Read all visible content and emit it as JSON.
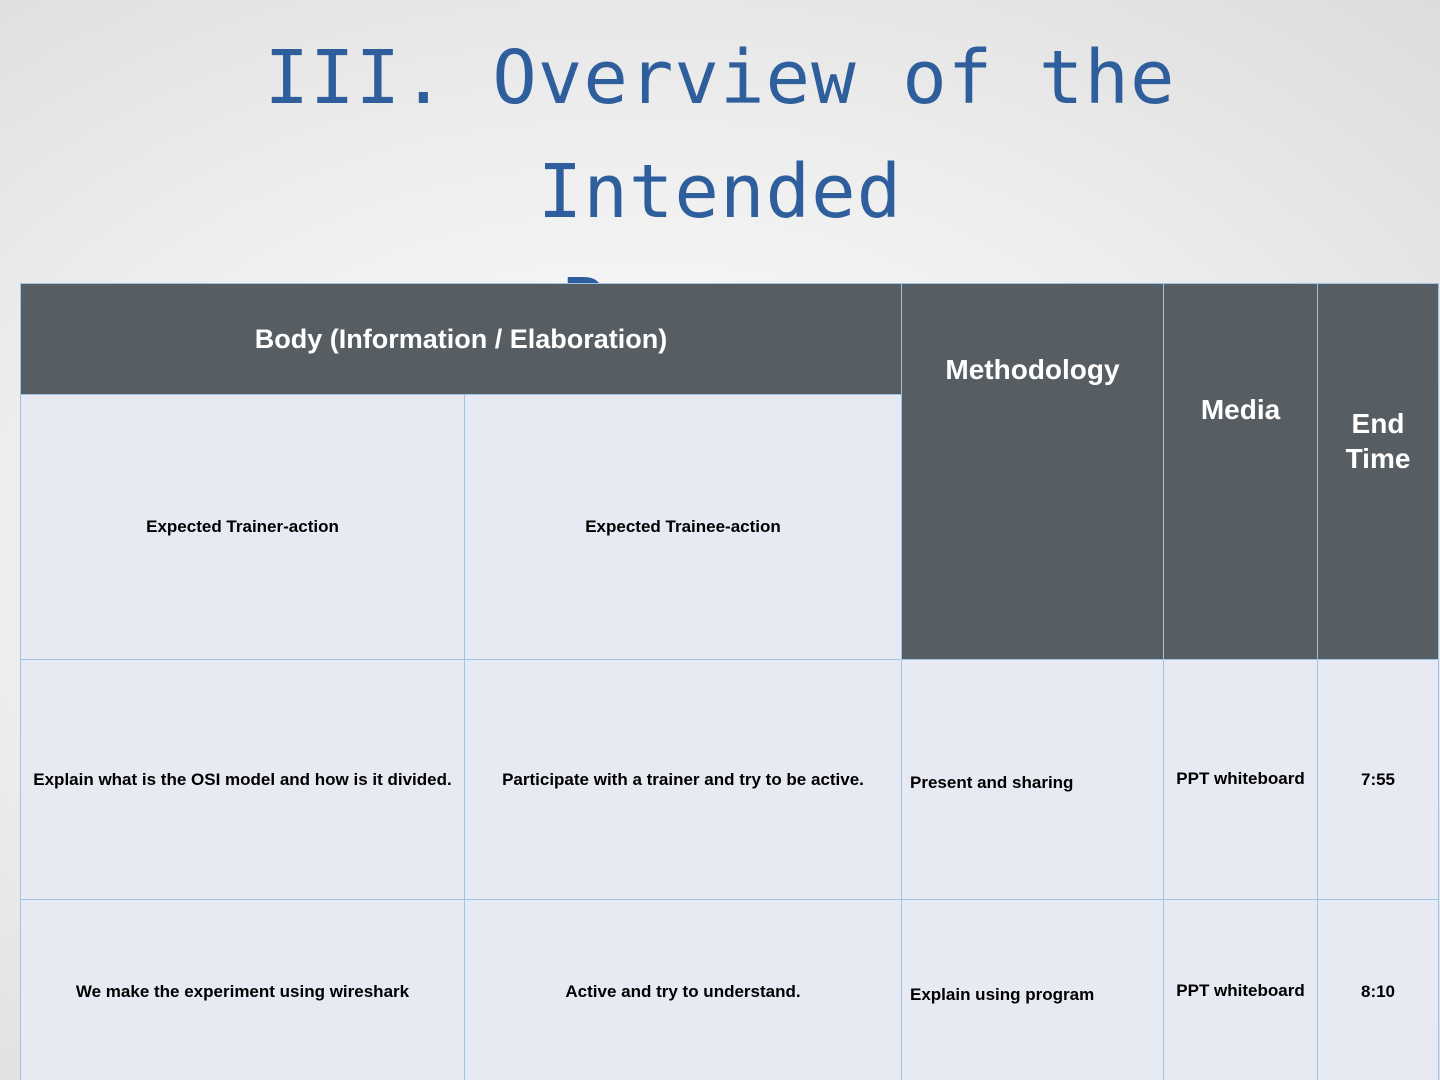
{
  "slide": {
    "title": "III. Overview of the Intended\nProcess",
    "title_color": "#2e5e9c",
    "header_bg": "#575e63",
    "row_bg": "#e7e9f3",
    "border_color": "#9dc3e6"
  },
  "table": {
    "group_header": "Body (Information / Elaboration)",
    "columns": [
      {
        "key": "trainer",
        "label": "Expected Trainer-action"
      },
      {
        "key": "trainee",
        "label": "Expected Trainee-action"
      },
      {
        "key": "methodology",
        "label": "Methodology"
      },
      {
        "key": "media",
        "label": "Media"
      },
      {
        "key": "end_time",
        "label": "End\nTime"
      }
    ],
    "rows": [
      {
        "trainer": "Explain what is the OSI model and how is it divided.",
        "trainee": "Participate with a trainer and try to be active.",
        "methodology": "Present and sharing",
        "media": "PPT\nwhiteboard",
        "end_time": "7:55"
      },
      {
        "trainer": "We make the experiment using wireshark",
        "trainee": "Active  and try to understand.",
        "methodology": "Explain using program",
        "media": "PPT\nwhiteboard",
        "end_time": "8:10"
      }
    ]
  }
}
